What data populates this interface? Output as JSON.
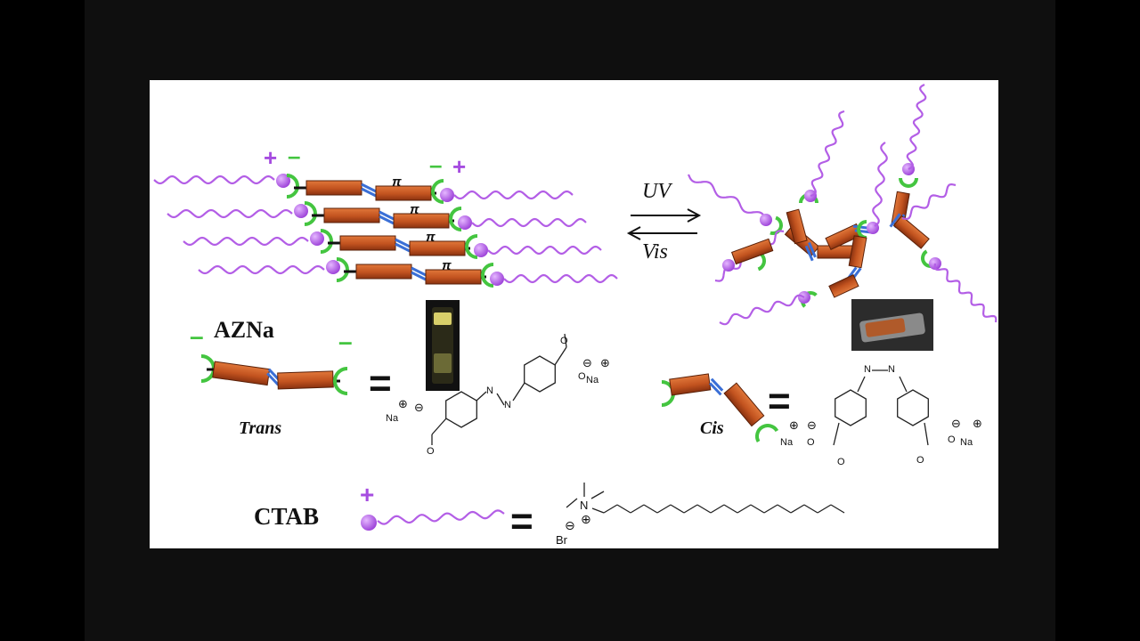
{
  "labels": {
    "azna": "AZNa",
    "trans": "Trans",
    "cis": "Cis",
    "ctab": "CTAB",
    "uv": "UV",
    "vis": "Vis",
    "pi": "π",
    "equals": "="
  },
  "charges": {
    "plus": "+",
    "minus": "–",
    "plus_circled": "⊕",
    "minus_circled": "⊖"
  },
  "chem": {
    "na": "Na",
    "o": "O",
    "n": "N",
    "br": "Br"
  },
  "colors": {
    "cationic_tail": "#b35ee6",
    "head_sphere": "#a64de0",
    "anion_cap": "#44c540",
    "rod": "#c2531f",
    "azo_link": "#3a6fd6"
  }
}
